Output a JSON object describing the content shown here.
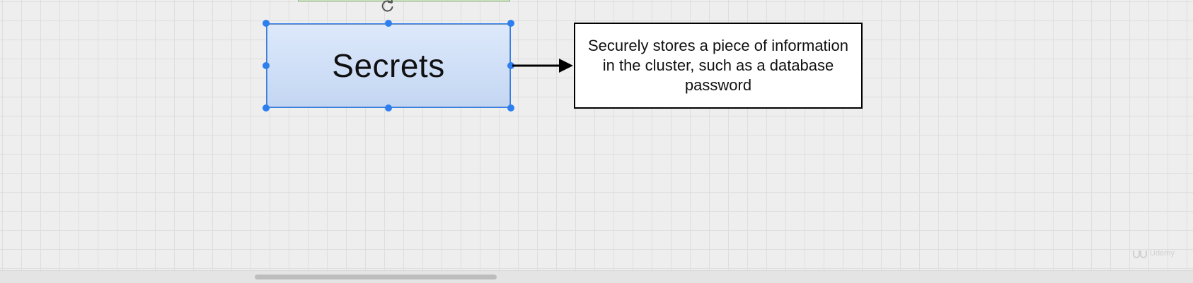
{
  "diagram": {
    "shape": {
      "label": "Secrets",
      "fill": "#dae8fc",
      "stroke": "#6c8ebf",
      "selection_color": "#2d7ff0"
    },
    "description": {
      "text": "Securely stores a piece of information in the cluster, such as a database password"
    },
    "previous_shape": {
      "fill": "#d9ead3",
      "stroke": "#82b366"
    }
  },
  "watermark": {
    "text": "Udemy"
  }
}
